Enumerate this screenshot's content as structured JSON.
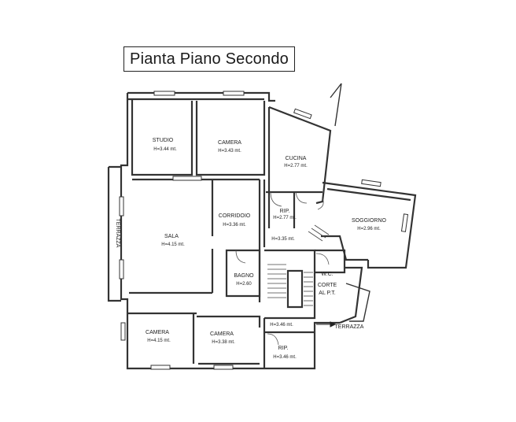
{
  "title": "Pianta Piano Secondo",
  "rooms": [
    {
      "id": "studio",
      "name": "STUDIO",
      "height": "H=3.44 mt."
    },
    {
      "id": "camera1",
      "name": "CAMERA",
      "height": "H=3.43 mt."
    },
    {
      "id": "cucina",
      "name": "CUCINA",
      "height": "H=2.77 mt."
    },
    {
      "id": "rip1",
      "name": "RIP.",
      "height": "H=2.77 mt."
    },
    {
      "id": "corridoio",
      "name": "CORRIDOIO",
      "height": "H=3.36 mt."
    },
    {
      "id": "soggiorno",
      "name": "SOGGIORNO",
      "height": "H=2.96 mt."
    },
    {
      "id": "sala",
      "name": "SALA",
      "height": "H=4.15 mt."
    },
    {
      "id": "landing",
      "name": "",
      "height": "H=3.35 mt."
    },
    {
      "id": "bagno",
      "name": "BAGNO",
      "height": "H=2.60"
    },
    {
      "id": "wc",
      "name": "W.C.",
      "height": ""
    },
    {
      "id": "camera2",
      "name": "CAMERA",
      "height": "H=4.15 mt."
    },
    {
      "id": "camera3",
      "name": "CAMERA",
      "height": "H=3.38 mt."
    },
    {
      "id": "landing2",
      "name": "",
      "height": "H=3.46 mt."
    },
    {
      "id": "rip2",
      "name": "RIP.",
      "height": "H=3.46 mt."
    }
  ],
  "labels": {
    "terrazza_left": "TERRAZZA",
    "terrazza_right": "TERRAZZA",
    "corte_line1": "CORTE",
    "corte_line2": "AL P.T."
  }
}
